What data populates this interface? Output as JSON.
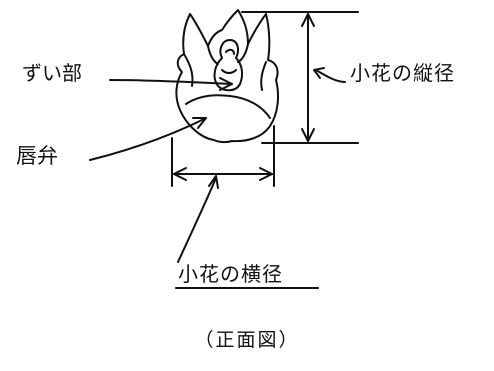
{
  "labels": {
    "anther_part": "ずい部",
    "lip": "唇弁",
    "floret_vertical_diameter": "小花の縦径",
    "floret_horizontal_diameter": "小花の横径"
  },
  "caption": "（正面図）",
  "colors": {
    "line": "#111111",
    "background": "#ffffff"
  }
}
